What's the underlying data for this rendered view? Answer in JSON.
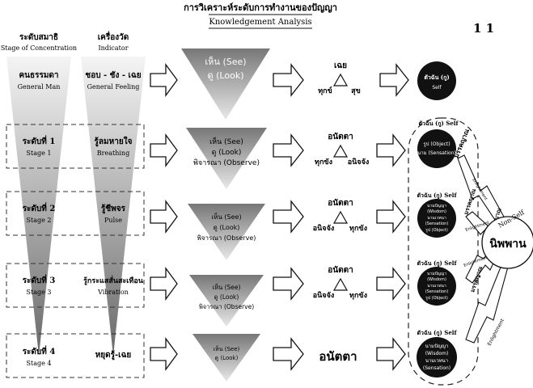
{
  "header": {
    "title_th": "การวิเคราะห์ระดับการทำงานของปัญญา",
    "title_en": "Knowledgement Analysis",
    "page_number": "1 1"
  },
  "columns": {
    "concentration_th": "ระดับสมาธิ",
    "concentration_en": "Stage of Concentration",
    "indicator_th": "เครื่องวัด",
    "indicator_en": "Indicator"
  },
  "rows": [
    {
      "stage_th": "คนธรรมดา",
      "stage_en": "General Man",
      "indicator_th": "ชอบ - ชัง - เฉย",
      "indicator_en": "General Feeling",
      "funnel": [
        "เห็น (See)",
        "ดู (Look)"
      ],
      "result_top": "เฉย",
      "result_left": "ทุกข์",
      "result_right": "สุข",
      "self_title": "ตัวฉัน (กู)",
      "self_sub": "Self",
      "self_lines": []
    },
    {
      "stage_th": "ระดับที่ 1",
      "stage_en": "Stage 1",
      "indicator_th": "รู้ลมหายใจ",
      "indicator_en": "Breathing",
      "funnel": [
        "เห็น (See)",
        "ดู (Look)",
        "พิจารณา (Observe)"
      ],
      "result_top": "อนัตตา",
      "result_left": "ทุกขัง",
      "result_right": "อนิจจัง",
      "self_title": "ตัวฉัน (กู) Self",
      "self_sub": "",
      "self_lines": [
        "รูป (Object)",
        "นาม (Sensation)"
      ]
    },
    {
      "stage_th": "ระดับที่ 2",
      "stage_en": "Stage 2",
      "indicator_th": "รู้ชีพจร",
      "indicator_en": "Pulse",
      "funnel": [
        "เห็น (See)",
        "ดู (Look)",
        "พิจารณา (Observe)"
      ],
      "result_top": "อนัตตา",
      "result_left": "อนิจจัง",
      "result_right": "ทุกขัง",
      "self_title": "ตัวฉัน (กู) Self",
      "self_sub": "",
      "self_lines": [
        "นามปัญญา",
        "(Wisdom)",
        "นามเวทนา",
        "(Sensation)",
        "รูป (Object)"
      ]
    },
    {
      "stage_th": "ระดับที่ 3",
      "stage_en": "Stage 3",
      "indicator_th": "รู้กระแสสั่นสะเทือน",
      "indicator_en": "Vibration",
      "funnel": [
        "เห็น (See)",
        "ดู (Look)",
        "พิจารณา (Observe)"
      ],
      "result_top": "อนัตตา",
      "result_left": "อนิจจัง",
      "result_right": "ทุกขัง",
      "self_title": "ตัวฉัน (กู) Self",
      "self_sub": "",
      "self_lines": [
        "นามปัญญา",
        "(Wisdom)",
        "นามเวทนา",
        "(Sensation)",
        "รูป (Object)"
      ]
    },
    {
      "stage_th": "ระดับที่ 4",
      "stage_en": "Stage 4",
      "indicator_th": "หยุดรู้-เฉย",
      "indicator_en": "",
      "funnel": [
        "เห็น (See)",
        "ดู (Look)"
      ],
      "result_top": "",
      "result_single": "อนัตตา",
      "self_title": "ตัวฉัน (กู) Self",
      "self_sub": "",
      "self_lines": [
        "นามปัญญา",
        "(Wisdom)",
        "นามเวทนา",
        "(Sensation)"
      ]
    }
  ],
  "nirvana": {
    "label": "นิพพาน",
    "non_self": "Non-Self"
  },
  "links": [
    {
      "th": "มรรคญาณ",
      "en": "Enlightment"
    },
    {
      "th": "มรรคญาณ",
      "en": "Enlightment"
    },
    {
      "th": "มรรคญาณ",
      "en": "Enlightment"
    },
    {
      "th": "",
      "en": "Enlightment"
    }
  ],
  "link_top_th": "ผลญาณ"
}
